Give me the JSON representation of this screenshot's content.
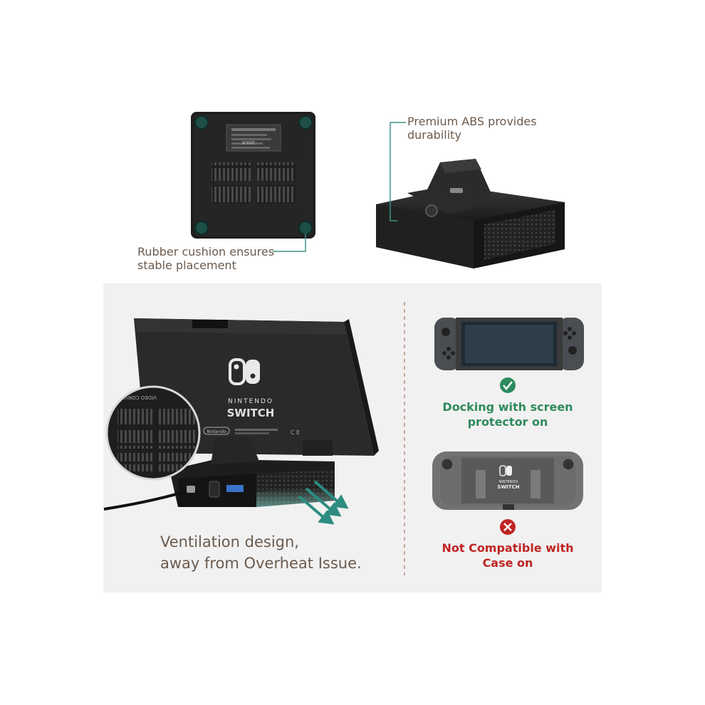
{
  "captions": {
    "rubber_line1": "Rubber cushion ensures",
    "rubber_line2": "stable placement",
    "abs_line1": "Premium ABS provides",
    "abs_line2": "durability",
    "ventilation_line1": "Ventilation design,",
    "ventilation_line2": "away from Overheat Issue."
  },
  "compatibility": {
    "ok_line1": "Docking with screen",
    "ok_line2": "protector on",
    "bad_line1": "Not Compatible with",
    "bad_line2": "Case on"
  },
  "product_label": {
    "dock_title": "DOCK",
    "dock_subtitle": "VIDEO CONVERTER",
    "console_brand_line1": "NINTENDO",
    "console_brand_line2": "SWITCH",
    "nintendo_badge": "Nintendo",
    "case_brand_line1": "NINTENDO",
    "case_brand_line2": "SWITCH"
  },
  "icons": [
    "check-icon",
    "cross-icon",
    "airflow-arrows-icon"
  ],
  "colors": {
    "accent_green": "#2f8a5d",
    "error_red": "#bf2424",
    "caption_brown": "#6b5a4d",
    "leader_line_teal": "#3f8f86",
    "panel_bg": "#f1f1f1"
  }
}
